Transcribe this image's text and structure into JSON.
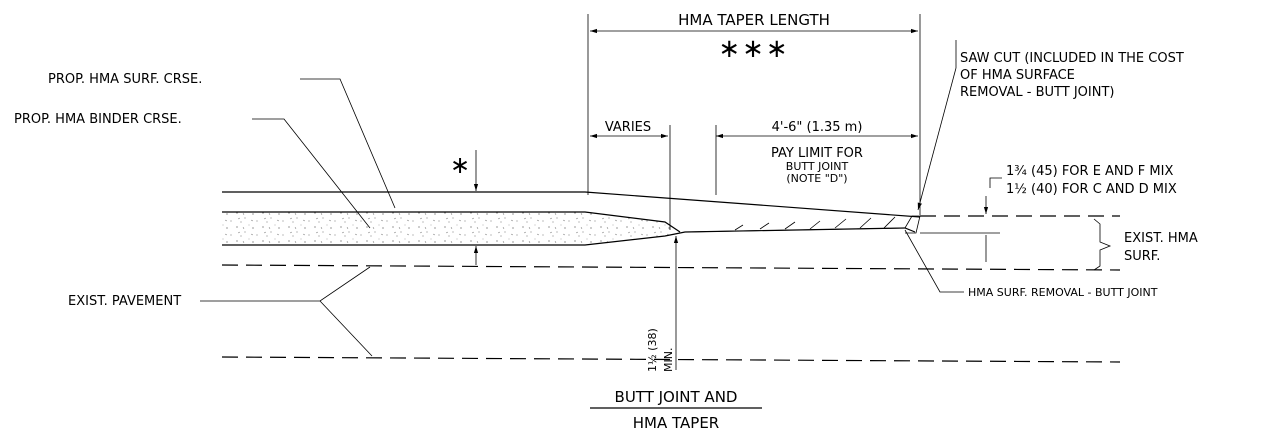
{
  "labels": {
    "taper_length": "HMA TAPER LENGTH",
    "taper_note": "∗∗∗",
    "saw_cut_1": "SAW CUT (INCLUDED IN THE COST",
    "saw_cut_2": "OF HMA SURFACE",
    "saw_cut_3": "REMOVAL - BUTT JOINT)",
    "prop_surf": "PROP. HMA SURF. CRSE.",
    "prop_binder": "PROP. HMA BINDER CRSE.",
    "varies": "VARIES",
    "four_six": "4'-6\" (1.35 m)",
    "pay_limit_1": "PAY LIMIT FOR",
    "pay_limit_2": "BUTT JOINT",
    "pay_limit_3": "(NOTE \"D\")",
    "mix_ef": "1¾ (45)  FOR E AND F MIX",
    "mix_cd": "1½ (40)  FOR C AND D MIX",
    "star": "∗",
    "exist_hma_1": "EXIST. HMA",
    "exist_hma_2": "SURF.",
    "exist_pavement": "EXIST. PAVEMENT",
    "min_dim": "1½ (38)",
    "min_word": "MIN.",
    "surf_removal": "HMA SURF. REMOVAL - BUTT JOINT",
    "title_1": "BUTT JOINT AND",
    "title_2": "HMA TAPER"
  }
}
